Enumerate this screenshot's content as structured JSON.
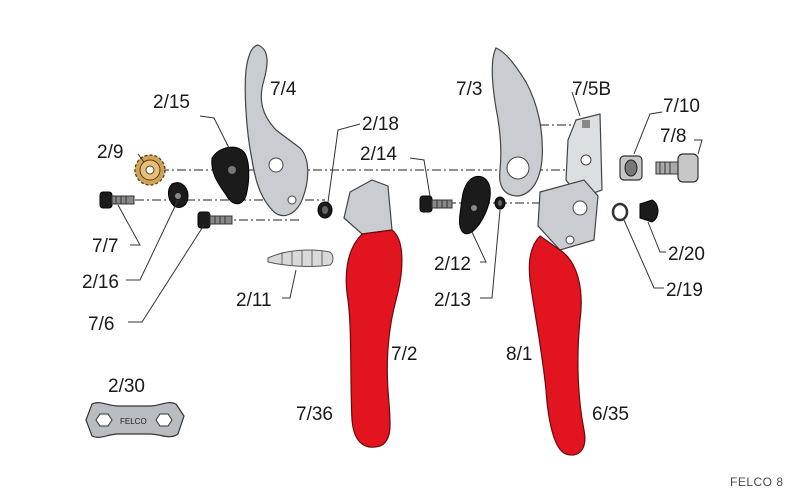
{
  "labels": {
    "p7_4": "7/4",
    "p2_15": "2/15",
    "p2_9": "2/9",
    "p2_18": "2/18",
    "p2_14": "2/14",
    "p7_7": "7/7",
    "p2_16": "2/16",
    "p7_6": "7/6",
    "p2_11": "2/11",
    "p7_2": "7/2",
    "p7_36": "7/36",
    "p7_3": "7/3",
    "p7_5B": "7/5B",
    "p7_10": "7/10",
    "p7_8": "7/8",
    "p2_12": "2/12",
    "p2_13": "2/13",
    "p2_20": "2/20",
    "p2_19": "2/19",
    "p8_1": "8/1",
    "p6_35": "6/35",
    "p2_30": "2/30"
  },
  "wrench_text": "FELCO",
  "brand": "FELCO 8",
  "colors": {
    "handle": "#e1141f",
    "metal": "#c9ccd0",
    "dark": "#1b1b1b"
  }
}
